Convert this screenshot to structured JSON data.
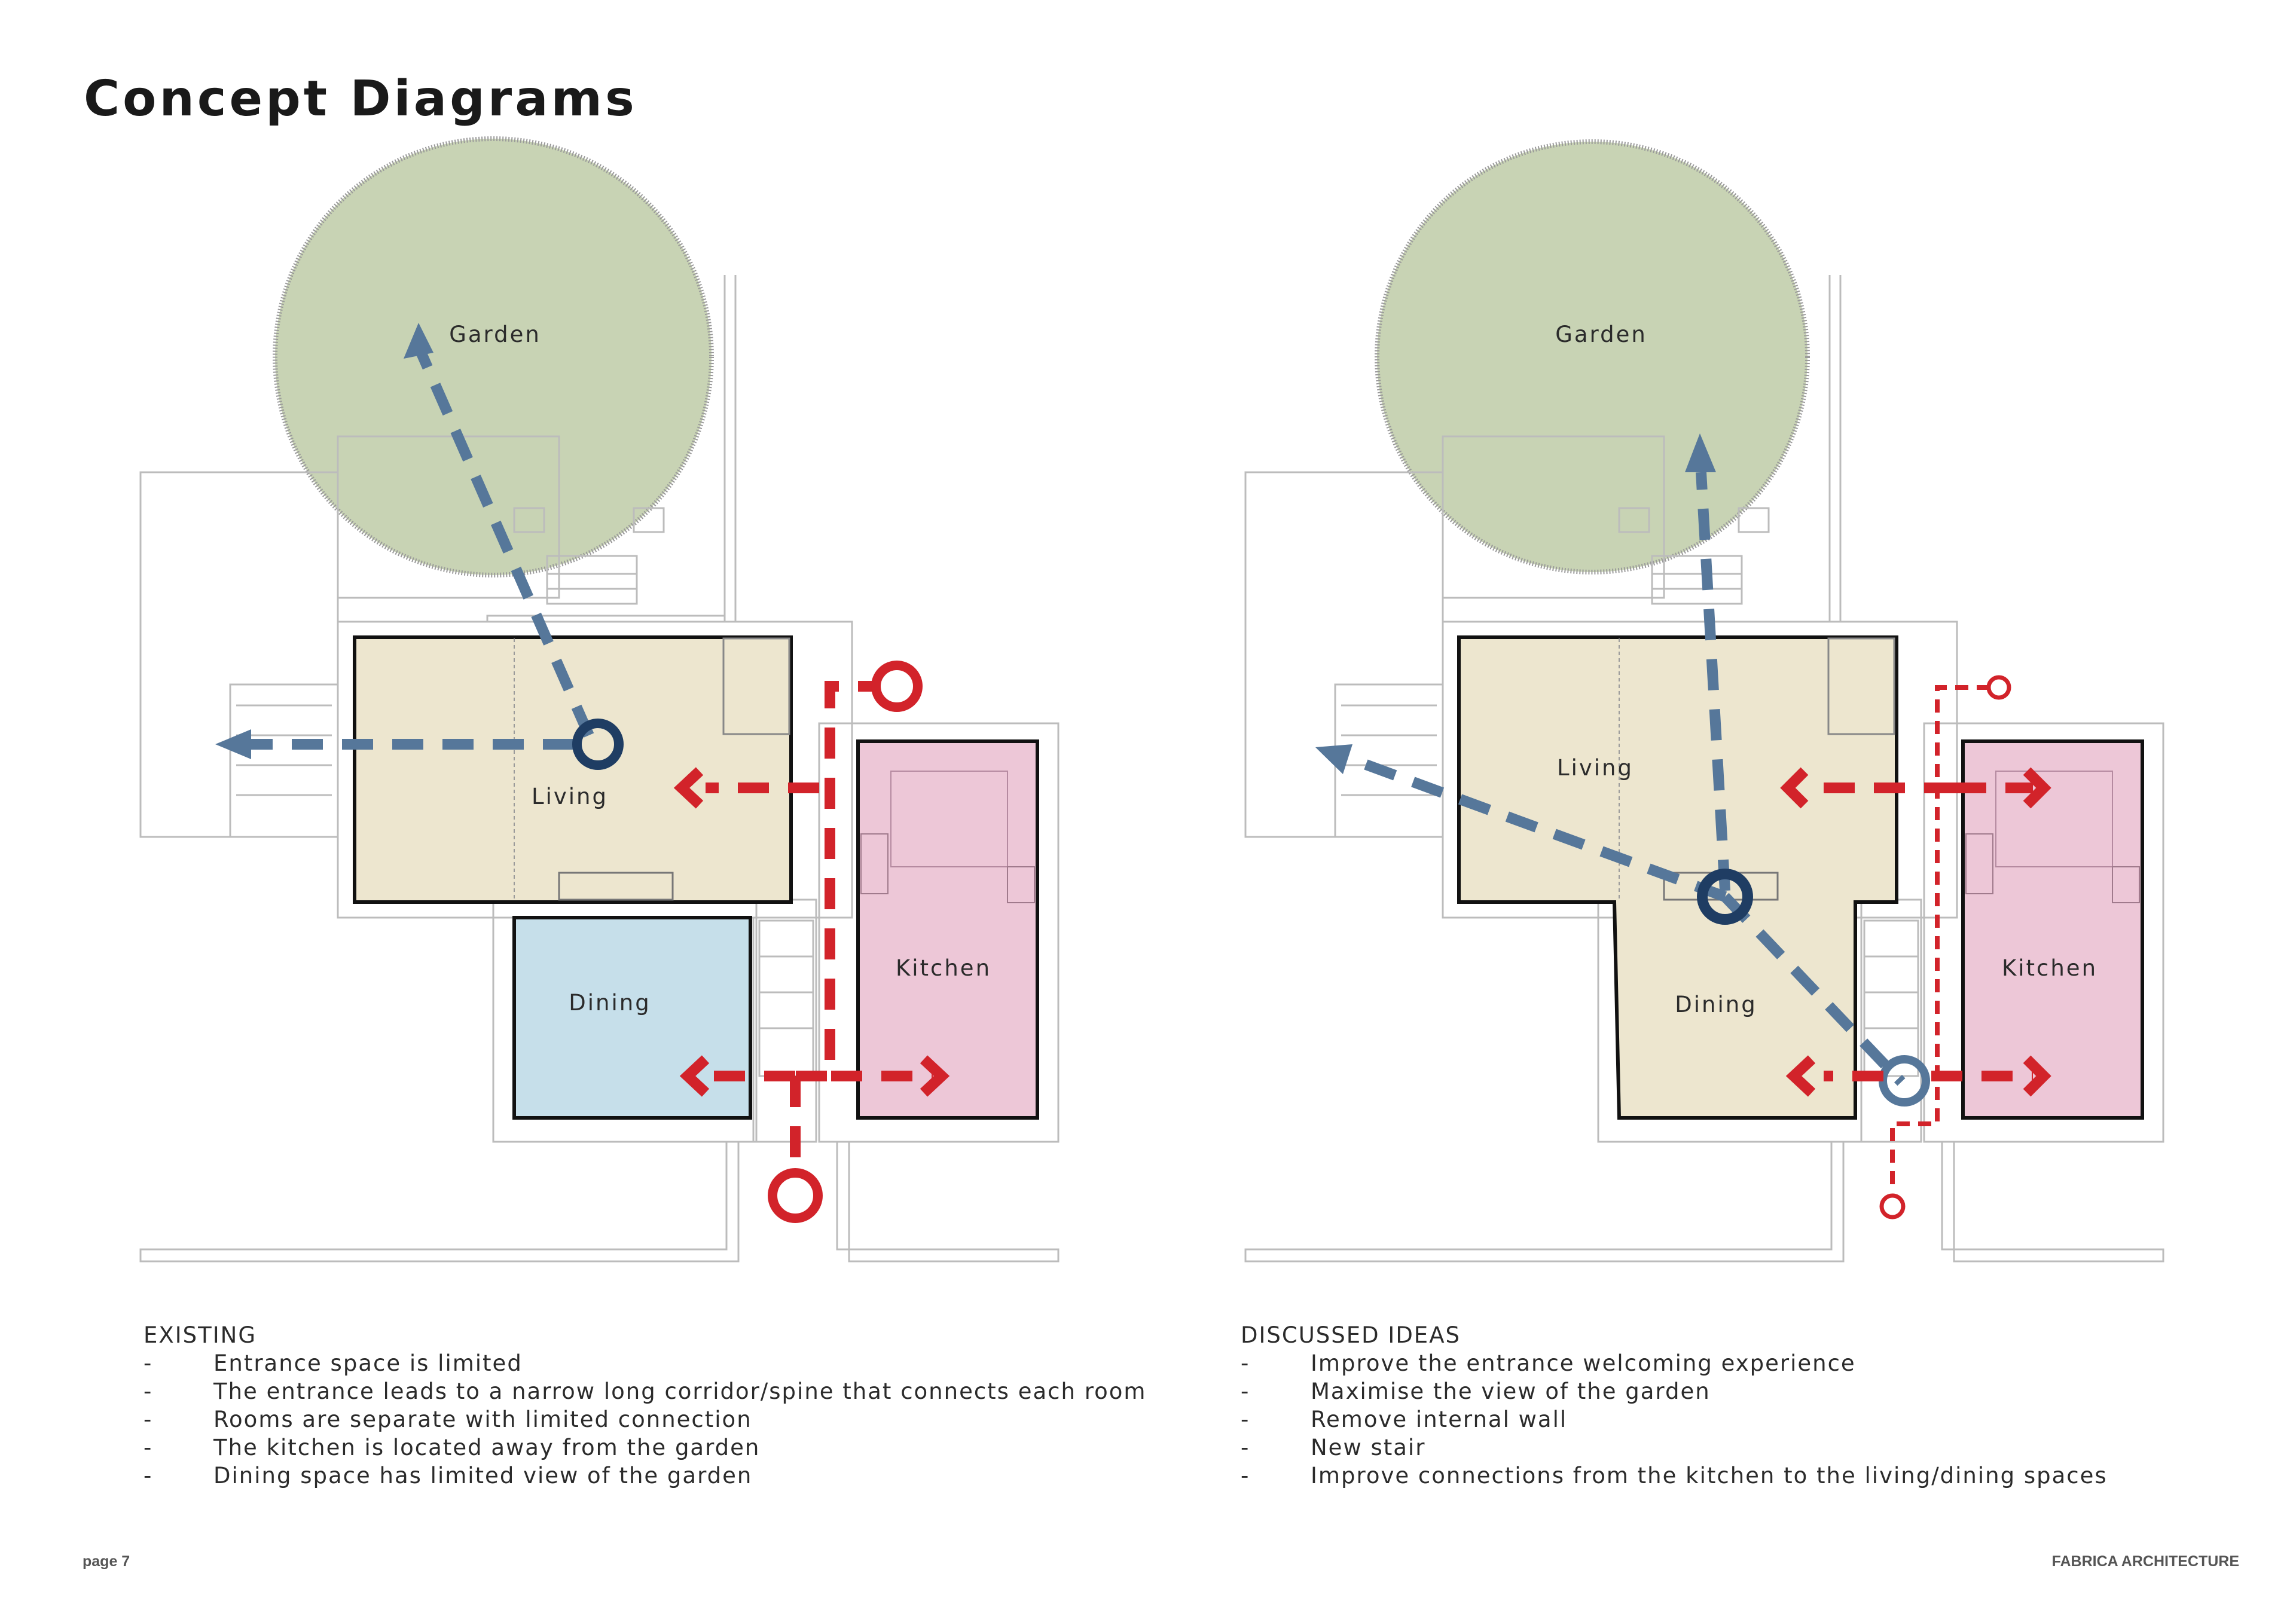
{
  "page": {
    "title": "Concept Diagrams",
    "footer_left": "page 7",
    "footer_right": "FABRICA ARCHITECTURE"
  },
  "colors": {
    "garden": "#c8d3b4",
    "living": "#ede6cf",
    "dining_existing": "#c6dfea",
    "kitchen": "#edc7d7",
    "blue_arrow": "#56779a",
    "blue_node": "#1f3d63",
    "red_arrow": "#d2232a",
    "wall_outline": "#bcbcbc"
  },
  "existing": {
    "labels": {
      "garden": "Garden",
      "living": "Living",
      "dining": "Dining",
      "kitchen": "Kitchen"
    },
    "notes_heading": "EXISTING",
    "notes": [
      "Entrance space is limited",
      "The entrance leads to a narrow long corridor/spine that connects each room",
      "Rooms are separate with limited connection",
      "The kitchen is located away from the garden",
      "Dining space has limited view of the garden"
    ]
  },
  "proposed": {
    "labels": {
      "garden": "Garden",
      "living": "Living",
      "dining": "Dining",
      "kitchen": "Kitchen"
    },
    "notes_heading": "DISCUSSED IDEAS",
    "notes": [
      "Improve the entrance welcoming experience",
      "Maximise the view of the garden",
      "Remove internal wall",
      "New stair",
      "Improve connections from the kitchen to the living/dining spaces"
    ]
  },
  "bullet_marker": "-"
}
